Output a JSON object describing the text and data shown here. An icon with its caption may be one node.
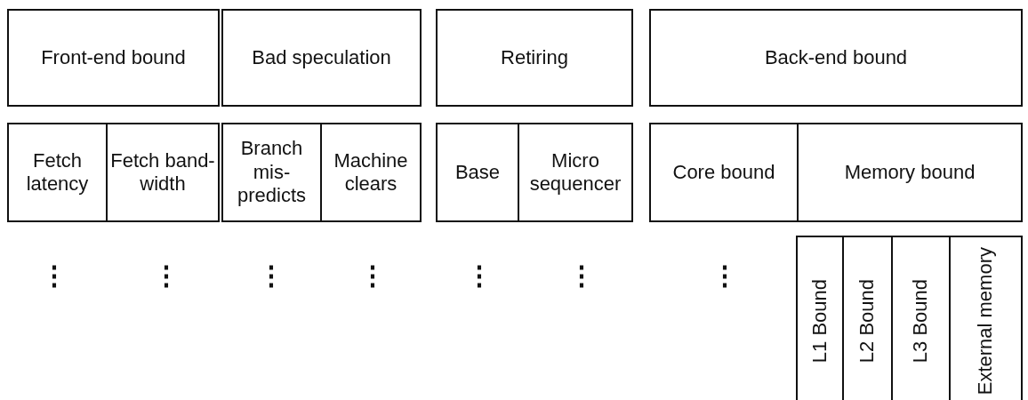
{
  "diagram": {
    "nodes": [
      {
        "text": [
          "Front-end bound"
        ]
      },
      {
        "text": [
          "Bad speculation"
        ]
      },
      {
        "text": [
          "Retiring"
        ]
      },
      {
        "text": [
          "Back-end bound"
        ]
      },
      {
        "text": [
          "Fetch latency"
        ]
      },
      {
        "text": [
          "Fetch band-width"
        ]
      },
      {
        "text": [
          "Branch mis-predicts"
        ]
      },
      {
        "text": [
          "Machine clears"
        ]
      },
      {
        "text": [
          "Base"
        ]
      },
      {
        "text": [
          "Micro sequencer"
        ]
      },
      {
        "text": [
          "Core bound"
        ]
      },
      {
        "text": [
          "Memory bound"
        ]
      },
      {
        "text": [
          "L1 Bound"
        ]
      },
      {
        "text": [
          "L2 Bound"
        ]
      },
      {
        "text": [
          "L3 Bound"
        ]
      },
      {
        "text": [
          "External memory"
        ]
      }
    ],
    "labels": [
      "⋮",
      "⋮",
      "⋮",
      "⋮",
      "⋮",
      "⋮",
      "⋮"
    ]
  }
}
